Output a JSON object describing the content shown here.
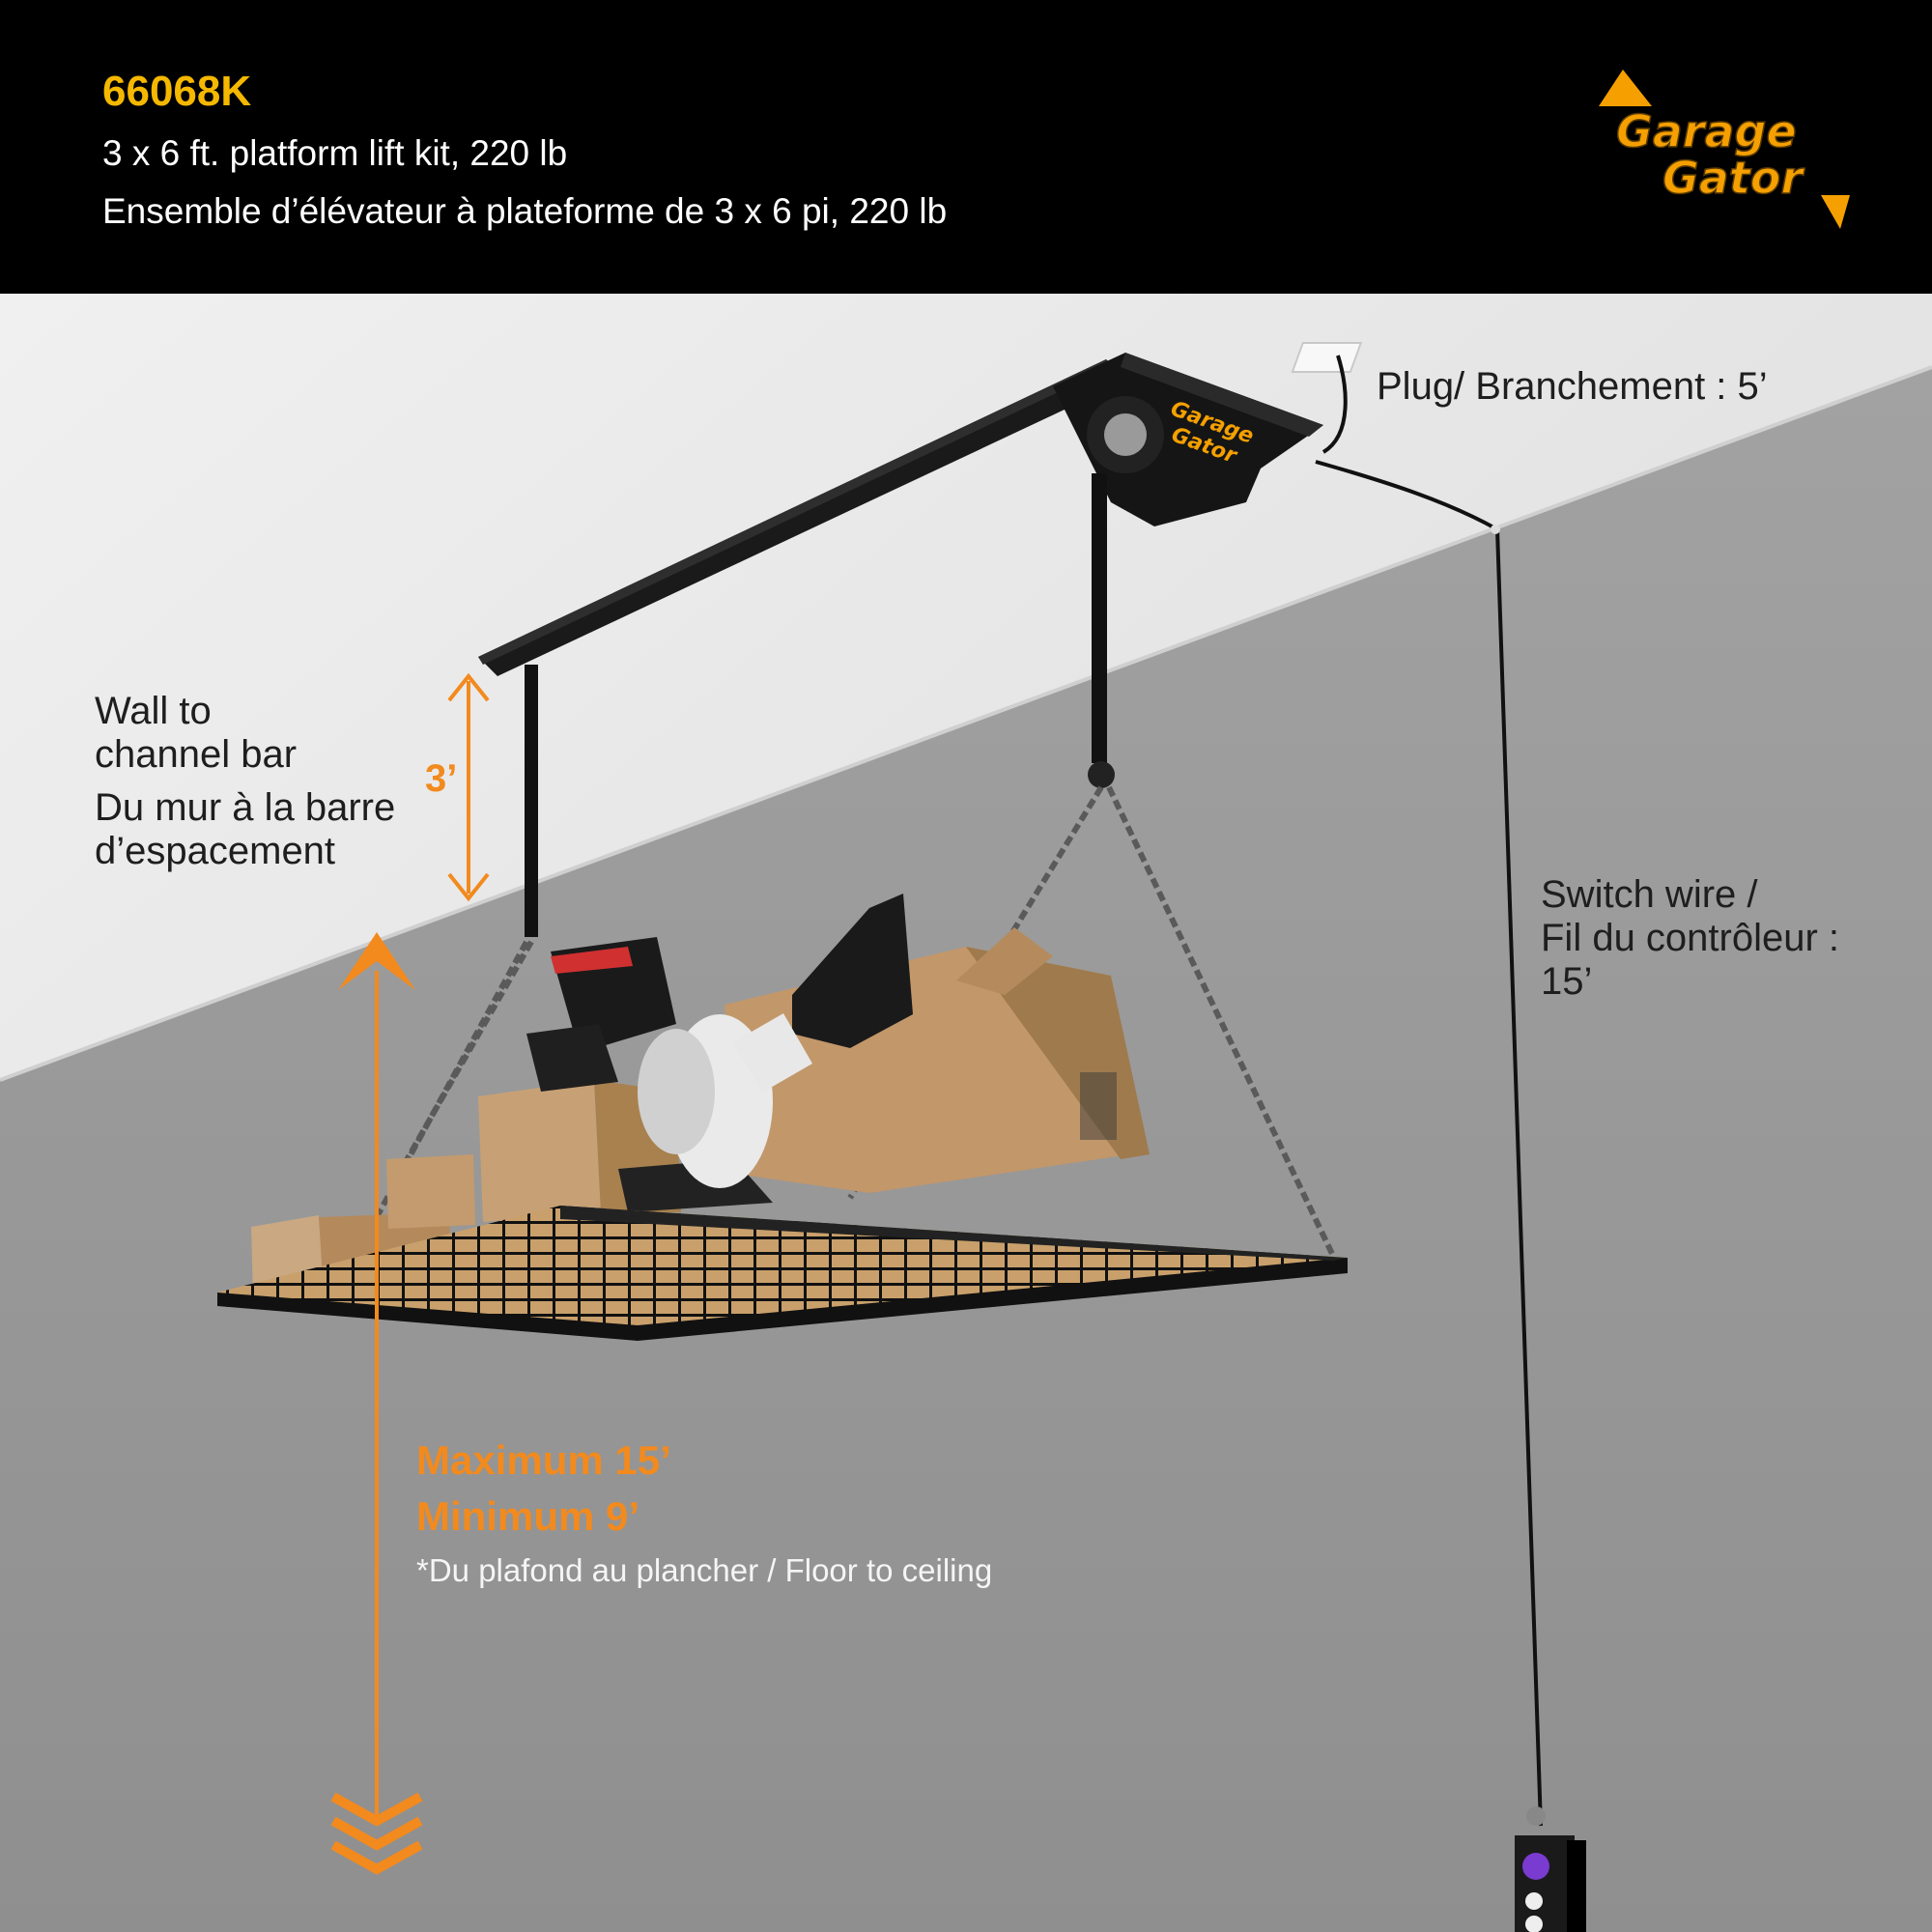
{
  "header": {
    "model": "66068K",
    "title_en": "3 x 6 ft. platform lift kit, 220 lb",
    "title_fr": "Ensemble d’élévateur à plateforme de 3 x 6 pi,  220 lb"
  },
  "logo": {
    "line1": "Garage",
    "line2": "Gator"
  },
  "motor_logo": {
    "line1": "Garage",
    "line2": "Gator"
  },
  "labels": {
    "plug": "Plug/ Branchement : 5’",
    "wall_en": "Wall to\nchannel bar",
    "wall_fr": "Du mur à la barre\nd’espacement",
    "channel_gap": "3’",
    "switch": "Switch wire /\nFil du contrôleur :\n15’",
    "maximum": "Maximum 15’",
    "minimum": "Minimum 9’",
    "note": "*Du plafond au plancher / Floor to ceiling"
  },
  "colors": {
    "header_bg": "#000000",
    "model_yellow": "#f5b800",
    "accent_orange": "#f28a1e",
    "ceiling": "#e8e8e8",
    "wall": "#9b9b9b"
  }
}
